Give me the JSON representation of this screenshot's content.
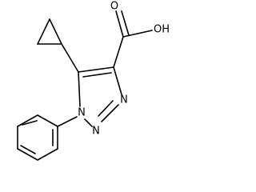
{
  "molecule": {
    "atoms": {
      "carbonyl_o": "O",
      "hydroxyl": "OH",
      "n1": "N",
      "n2": "N",
      "n3": "N"
    },
    "colors": {
      "bond": "#000000",
      "label": "#000000",
      "background": "#ffffff"
    }
  }
}
